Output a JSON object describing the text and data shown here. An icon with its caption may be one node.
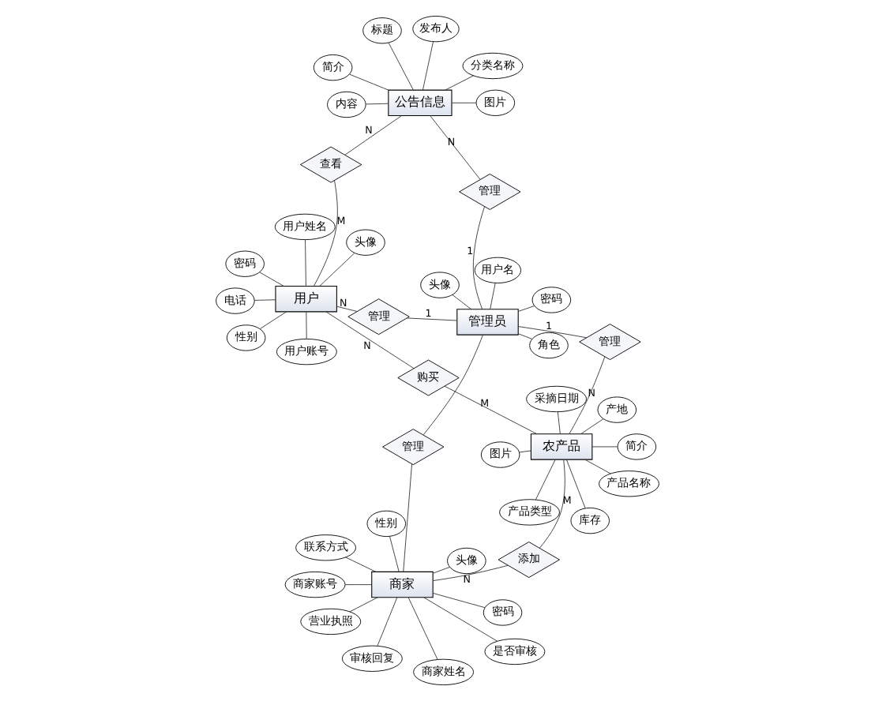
{
  "diagram": {
    "nodes": [
      {
        "text": [
          "商家账号"
        ]
      },
      {
        "text": [
          "密码"
        ]
      },
      {
        "text": [
          "商家姓名"
        ]
      },
      {
        "text": [
          "性别"
        ]
      },
      {
        "text": [
          "头像"
        ]
      },
      {
        "text": [
          "联系方式"
        ]
      },
      {
        "text": [
          "营业执照"
        ]
      },
      {
        "text": [
          "是否审核"
        ]
      },
      {
        "text": [
          "审核回复"
        ]
      },
      {
        "text": [
          "产品名称"
        ]
      },
      {
        "text": [
          "产品类型"
        ]
      },
      {
        "text": [
          "图片"
        ]
      },
      {
        "text": [
          "简介"
        ]
      },
      {
        "text": [
          "产地"
        ]
      },
      {
        "text": [
          "采摘日期"
        ]
      },
      {
        "text": [
          "库存"
        ]
      },
      {
        "text": [
          "商家"
        ]
      },
      {
        "text": [
          "添加"
        ]
      },
      {
        "text": [
          "农产品"
        ]
      },
      {
        "text": [
          "管理"
        ]
      },
      {
        "text": [
          "管理"
        ]
      },
      {
        "text": [
          "购买"
        ]
      },
      {
        "text": [
          "用户名"
        ]
      },
      {
        "text": [
          "密码"
        ]
      },
      {
        "text": [
          "头像"
        ]
      },
      {
        "text": [
          "角色"
        ]
      },
      {
        "text": [
          "管理员"
        ]
      },
      {
        "text": [
          "管理"
        ]
      },
      {
        "text": [
          "用户"
        ]
      },
      {
        "text": [
          "用户账号"
        ]
      },
      {
        "text": [
          "密码"
        ]
      },
      {
        "text": [
          "用户姓名"
        ]
      },
      {
        "text": [
          "性别"
        ]
      },
      {
        "text": [
          "电话"
        ]
      },
      {
        "text": [
          "头像"
        ]
      },
      {
        "text": [
          "管理"
        ]
      },
      {
        "text": [
          "查看"
        ]
      },
      {
        "text": [
          "公告信息"
        ]
      },
      {
        "text": [
          "标题"
        ]
      },
      {
        "text": [
          "简介"
        ]
      },
      {
        "text": [
          "分类名称"
        ]
      },
      {
        "text": [
          "发布人"
        ]
      },
      {
        "text": [
          "内容"
        ]
      },
      {
        "text": [
          "图片"
        ]
      }
    ],
    "edges": [
      {
        "from": 0,
        "to": 16,
        "arrow": "none"
      },
      {
        "from": 1,
        "to": 16,
        "arrow": "none"
      },
      {
        "from": 2,
        "to": 16,
        "arrow": "none"
      },
      {
        "from": 3,
        "to": 16,
        "arrow": "none"
      },
      {
        "from": 4,
        "to": 16,
        "arrow": "none"
      },
      {
        "from": 5,
        "to": 16,
        "arrow": "none"
      },
      {
        "from": 6,
        "to": 16,
        "arrow": "none"
      },
      {
        "from": 7,
        "to": 16,
        "arrow": "none"
      },
      {
        "from": 8,
        "to": 16,
        "arrow": "none"
      },
      {
        "from": 9,
        "to": 18,
        "arrow": "none"
      },
      {
        "from": 10,
        "to": 18,
        "arrow": "none"
      },
      {
        "from": 11,
        "to": 18,
        "arrow": "none"
      },
      {
        "from": 12,
        "to": 18,
        "arrow": "none"
      },
      {
        "from": 13,
        "to": 18,
        "arrow": "none"
      },
      {
        "from": 14,
        "to": 18,
        "arrow": "none"
      },
      {
        "from": 15,
        "to": 18,
        "arrow": "none"
      },
      {
        "from": 16,
        "to": 17,
        "arrow": "none",
        "label": "N"
      },
      {
        "from": 17,
        "to": 18,
        "arrow": "none",
        "label": "M"
      },
      {
        "from": 16,
        "to": 19,
        "arrow": "none"
      },
      {
        "from": 19,
        "to": 26,
        "arrow": "none"
      },
      {
        "from": 26,
        "to": 20,
        "arrow": "none",
        "label": "1"
      },
      {
        "from": 20,
        "to": 18,
        "arrow": "none",
        "label": "N"
      },
      {
        "from": 18,
        "to": 21,
        "arrow": "none",
        "label": "M"
      },
      {
        "from": 21,
        "to": 28,
        "arrow": "none",
        "label": "N"
      },
      {
        "from": 22,
        "to": 26,
        "arrow": "none"
      },
      {
        "from": 23,
        "to": 26,
        "arrow": "none"
      },
      {
        "from": 24,
        "to": 26,
        "arrow": "none"
      },
      {
        "from": 25,
        "to": 26,
        "arrow": "none"
      },
      {
        "from": 26,
        "to": 27,
        "arrow": "none",
        "label": "1"
      },
      {
        "from": 27,
        "to": 28,
        "arrow": "none",
        "label": "N"
      },
      {
        "from": 29,
        "to": 28,
        "arrow": "none"
      },
      {
        "from": 30,
        "to": 28,
        "arrow": "none"
      },
      {
        "from": 31,
        "to": 28,
        "arrow": "none"
      },
      {
        "from": 32,
        "to": 28,
        "arrow": "none"
      },
      {
        "from": 33,
        "to": 28,
        "arrow": "none"
      },
      {
        "from": 34,
        "to": 28,
        "arrow": "none"
      },
      {
        "from": 26,
        "to": 35,
        "arrow": "none",
        "label": "1"
      },
      {
        "from": 35,
        "to": 37,
        "arrow": "none",
        "label": "N"
      },
      {
        "from": 28,
        "to": 36,
        "arrow": "none",
        "label": "M"
      },
      {
        "from": 36,
        "to": 37,
        "arrow": "none",
        "label": "N"
      },
      {
        "from": 37,
        "to": 38,
        "arrow": "none"
      },
      {
        "from": 37,
        "to": 39,
        "arrow": "none"
      },
      {
        "from": 37,
        "to": 40,
        "arrow": "none"
      },
      {
        "from": 37,
        "to": 41,
        "arrow": "none"
      },
      {
        "from": 37,
        "to": 42,
        "arrow": "none"
      },
      {
        "from": 37,
        "to": 43,
        "arrow": "none"
      }
    ]
  }
}
